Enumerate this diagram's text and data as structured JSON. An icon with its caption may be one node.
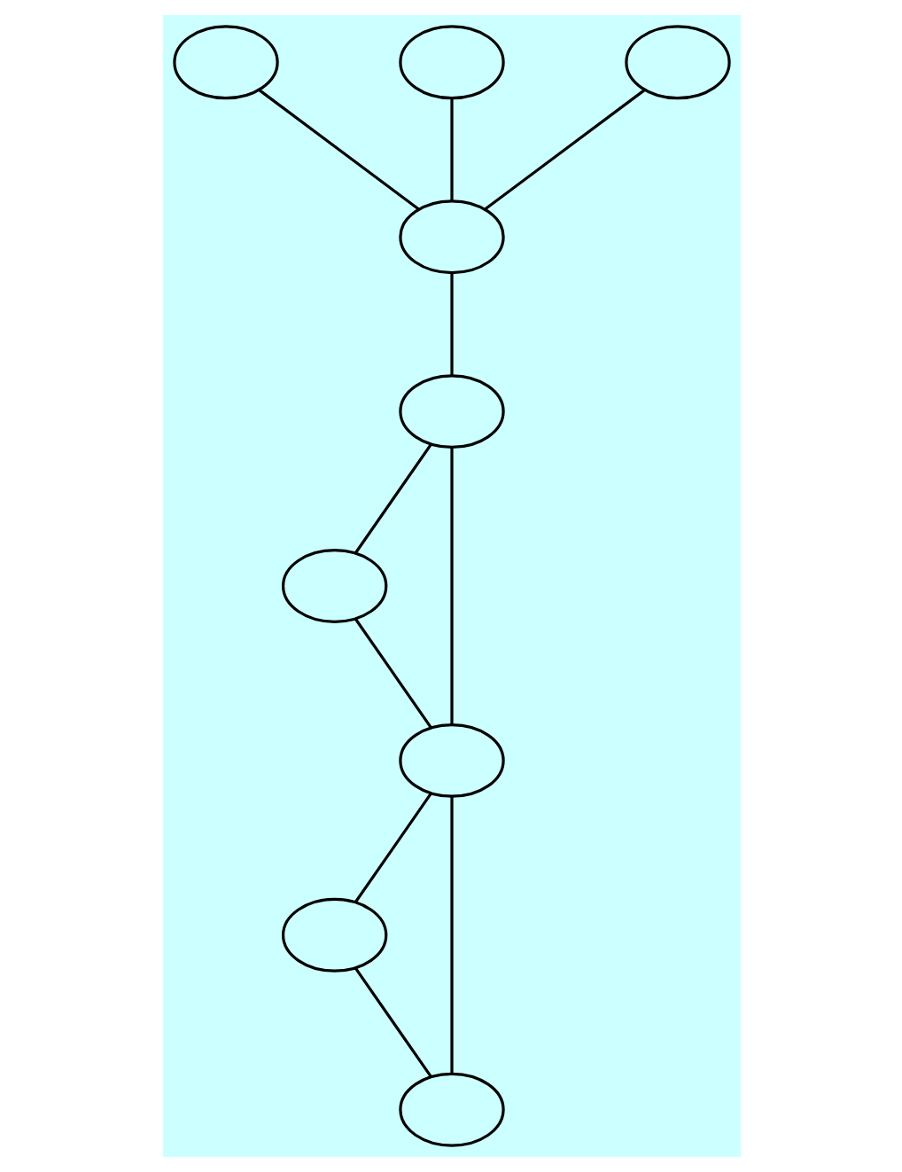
{
  "diagram": {
    "nodes": [
      {
        "text": [],
        "shape": "circle"
      },
      {
        "text": [],
        "shape": "circle"
      },
      {
        "text": [],
        "shape": "circle"
      },
      {
        "text": [],
        "shape": "circle"
      },
      {
        "text": [],
        "shape": "circle"
      },
      {
        "text": [],
        "shape": "circle"
      },
      {
        "text": [],
        "shape": "circle"
      },
      {
        "text": [],
        "shape": "circle"
      },
      {
        "text": [],
        "shape": "circle"
      }
    ],
    "edges": [
      {
        "from": 2,
        "to": 3,
        "arrow": "none"
      },
      {
        "from": 0,
        "to": 3,
        "arrow": "none"
      },
      {
        "from": 1,
        "to": 3,
        "arrow": "none"
      },
      {
        "from": 3,
        "to": 4,
        "arrow": "none"
      },
      {
        "from": 4,
        "to": 5,
        "arrow": "none"
      },
      {
        "from": 4,
        "to": 6,
        "arrow": "none"
      },
      {
        "from": 5,
        "to": 6,
        "arrow": "none"
      },
      {
        "from": 6,
        "to": 7,
        "arrow": "none"
      },
      {
        "from": 6,
        "to": 8,
        "arrow": "none"
      },
      {
        "from": 7,
        "to": 8,
        "arrow": "none"
      }
    ]
  }
}
